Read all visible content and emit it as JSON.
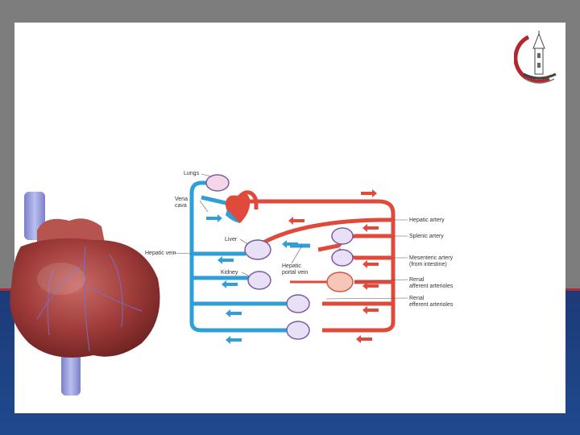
{
  "diagram": {
    "labels": {
      "lungs": "Lungs",
      "vena_cava_1": "Vena",
      "vena_cava_2": "cava",
      "liver": "Liver",
      "hepatic_vein": "Hepatic vein",
      "kidney": "Kidney",
      "hepatic_portal_1": "Hepatic",
      "hepatic_portal_2": "portal vein",
      "hepatic_artery": "Hepatic artery",
      "splenic_artery": "Splenic artery",
      "mesenteric_1": "Mesenteric artery",
      "mesenteric_2": "(from intestine)",
      "renal_aff_1": "Renal",
      "renal_aff_2": "afferent arterioles",
      "renal_eff_1": "Renal",
      "renal_eff_2": "efferent arterioles"
    }
  },
  "colors": {
    "artery": "#e04a3a",
    "vein": "#2f9fd8",
    "slide_background": "#ffffff",
    "frame_gray": "#7d7d7d",
    "frame_blue": "#1d3a78",
    "accent_red": "#b3282d"
  }
}
